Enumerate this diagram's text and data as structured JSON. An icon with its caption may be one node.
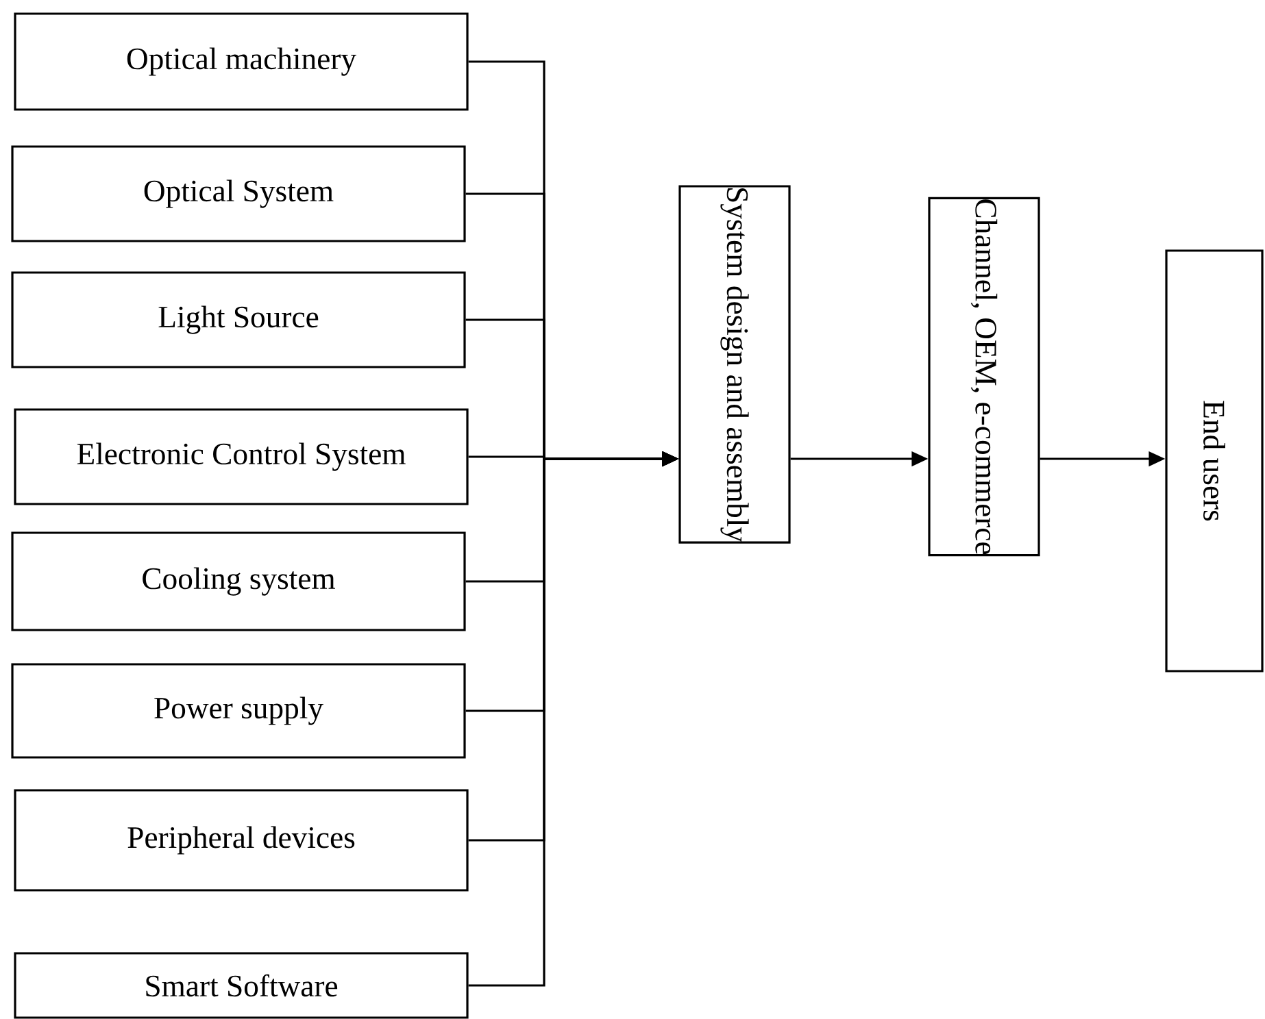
{
  "diagram": {
    "nodes": [
      {
        "text": [
          "Optical machinery"
        ]
      },
      {
        "text": [
          "Optical System"
        ]
      },
      {
        "text": [
          "Light Source"
        ]
      },
      {
        "text": [
          "Electronic Control System"
        ]
      },
      {
        "text": [
          "Cooling system"
        ]
      },
      {
        "text": [
          "Power supply"
        ]
      },
      {
        "text": [
          "Peripheral devices"
        ]
      },
      {
        "text": [
          "Smart Software"
        ]
      },
      {
        "text": [
          "System design and assembly"
        ]
      },
      {
        "text": [
          "Channel, OEM, e-commerce"
        ]
      },
      {
        "text": [
          "End users"
        ]
      }
    ],
    "edges": [
      {
        "from": 0,
        "to": 8,
        "arrow": "to"
      },
      {
        "from": 1,
        "to": 8,
        "arrow": "to"
      },
      {
        "from": 2,
        "to": 8,
        "arrow": "to"
      },
      {
        "from": 3,
        "to": 8,
        "arrow": "to"
      },
      {
        "from": 4,
        "to": 8,
        "arrow": "to"
      },
      {
        "from": 5,
        "to": 8,
        "arrow": "to"
      },
      {
        "from": 6,
        "to": 8,
        "arrow": "to"
      },
      {
        "from": 7,
        "to": 8,
        "arrow": "to"
      },
      {
        "from": 8,
        "to": 9,
        "arrow": "to"
      },
      {
        "from": 9,
        "to": 10,
        "arrow": "to"
      }
    ]
  }
}
